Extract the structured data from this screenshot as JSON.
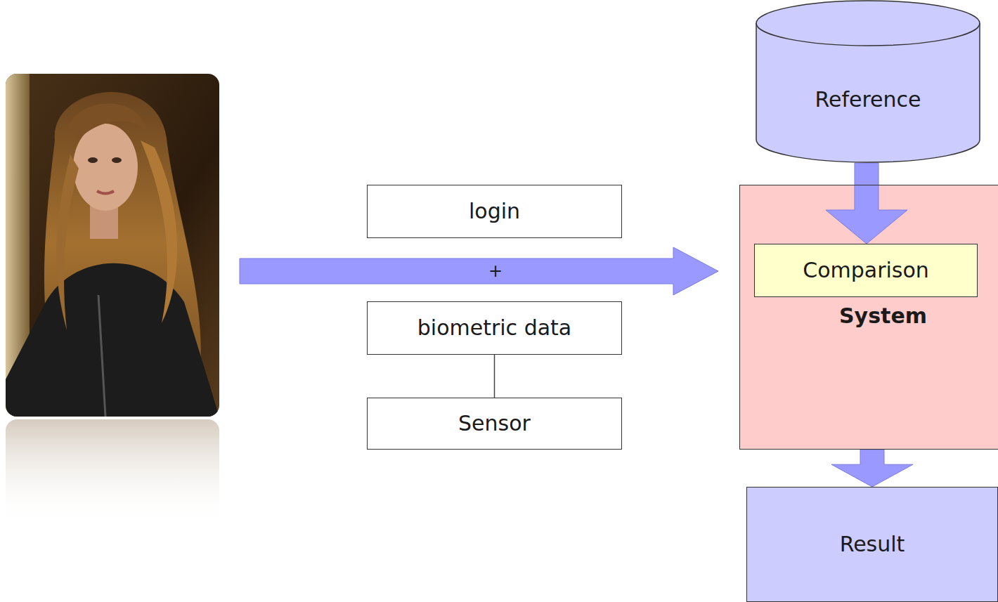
{
  "diagram": {
    "nodes": [
      {
        "text": [
          "login"
        ]
      },
      {
        "text": [
          "biometric data"
        ]
      },
      {
        "text": [
          "Sensor"
        ]
      },
      {
        "text": [
          "Reference"
        ]
      },
      {
        "text": [
          "System"
        ]
      },
      {
        "text": [
          "Comparison"
        ],
        "in": 4
      },
      {
        "text": [
          "Result"
        ]
      }
    ],
    "edges": [
      {
        "from": 1,
        "to": 2,
        "arrow": "none"
      },
      {
        "from": 3,
        "to": 5,
        "arrow": "to"
      },
      {
        "from": 4,
        "to": 6,
        "arrow": "to"
      }
    ],
    "labels": [
      "+"
    ]
  }
}
